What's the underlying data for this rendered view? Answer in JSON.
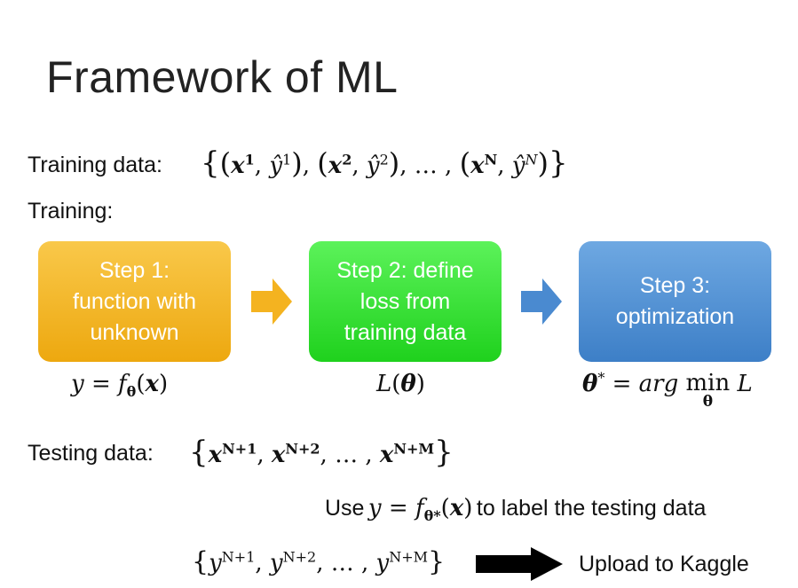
{
  "title": "Framework of ML",
  "training_data": {
    "label": "Training data:",
    "x_var": "x",
    "y_var": "ŷ",
    "sup_1": "1",
    "sup_2": "2",
    "sup_n": "N",
    "ellipsis": "…"
  },
  "training_label": "Training:",
  "steps": [
    {
      "lines": [
        "Step 1:",
        "function with",
        "unknown"
      ],
      "formula": "y = fθ(x)",
      "color": "#F4B320"
    },
    {
      "lines": [
        "Step 2: define",
        "loss from",
        "training data"
      ],
      "formula": "L(θ)",
      "color": "#33DD33"
    },
    {
      "lines": [
        "Step 3:",
        "optimization"
      ],
      "formula": "θ* = arg min L",
      "color": "#5090D3"
    }
  ],
  "formulas": {
    "f1_y": "y",
    "f1_eq": "=",
    "f1_f": "f",
    "f1_theta": "θ",
    "f1_x": "x",
    "f2_L": "L",
    "f2_theta": "θ",
    "f3_theta": "θ",
    "f3_star": "*",
    "f3_eq": "=",
    "f3_arg": "arg",
    "f3_min": "min",
    "f3_sub": "θ",
    "f3_L": "L"
  },
  "testing_data": {
    "label": "Testing data:",
    "x_var": "x",
    "sup_1": "N+1",
    "sup_2": "N+2",
    "sup_m": "N+M",
    "ellipsis": "…"
  },
  "use_line": {
    "prefix": "Use",
    "y": "y",
    "eq": "=",
    "f": "f",
    "sub": "θ*",
    "x": "x",
    "suffix": "to label the testing data"
  },
  "output_set": {
    "y_var": "y",
    "sup_1": "N+1",
    "sup_2": "N+2",
    "sup_m": "N+M",
    "ellipsis": "…"
  },
  "upload_label": "Upload to Kaggle",
  "colors": {
    "arrow_yellow": "#F4B320",
    "arrow_blue": "#4A8AD0",
    "arrow_black": "#000000"
  }
}
